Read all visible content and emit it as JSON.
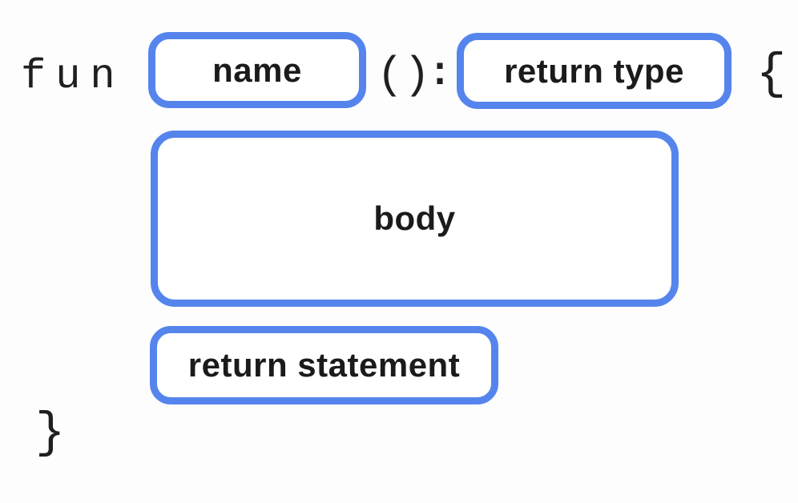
{
  "diagram": {
    "description": "Kotlin function declaration syntax diagram",
    "colors": {
      "accent": "#5585EC",
      "box_fill": "#FFFFFF",
      "text": "#1B1B1B",
      "code_text": "#1F1F1F",
      "background": "#FDFDFE"
    },
    "code_tokens": {
      "keyword": "fun",
      "parentheses": "()",
      "colon": ":",
      "open_brace": "{",
      "close_brace": "}"
    },
    "placeholders": {
      "name": "name",
      "return_type": "return type",
      "body": "body",
      "return_statement": "return statement"
    }
  }
}
